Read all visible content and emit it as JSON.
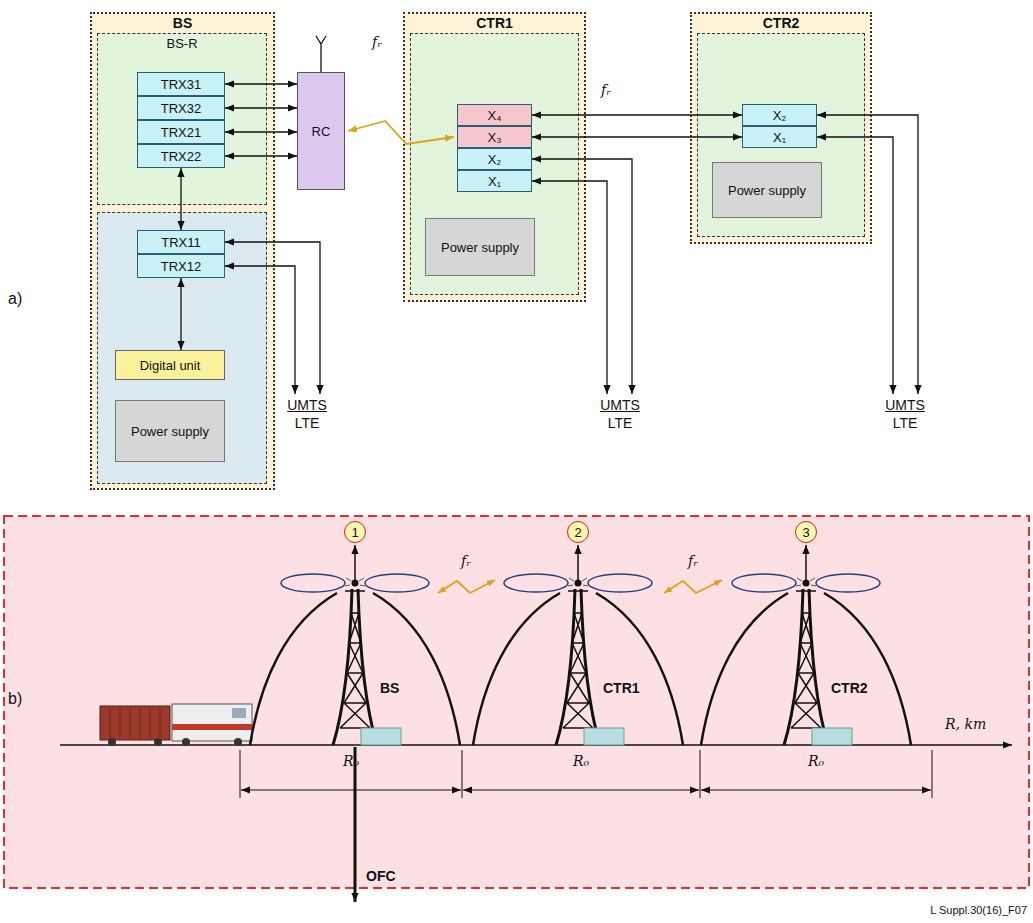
{
  "diagram": {
    "nodes": [
      {
        "text": [
          "BS"
        ]
      },
      {
        "text": [
          "BS-R"
        ],
        "in": 0
      },
      {
        "text": [
          "TRX31"
        ],
        "in": 1
      },
      {
        "text": [
          "TRX32"
        ],
        "in": 1
      },
      {
        "text": [
          "TRX21"
        ],
        "in": 1
      },
      {
        "text": [
          "TRX22"
        ],
        "in": 1
      },
      {
        "text": [
          "TRX11"
        ],
        "in": 0
      },
      {
        "text": [
          "TRX12"
        ],
        "in": 0
      },
      {
        "text": [
          "Digital unit"
        ],
        "in": 0
      },
      {
        "text": [
          "Power supply"
        ],
        "in": 0
      },
      {
        "text": [
          "RC"
        ]
      },
      {
        "text": [
          "CTR1"
        ]
      },
      {
        "text": [
          "X₄"
        ],
        "in": 11
      },
      {
        "text": [
          "X₃"
        ],
        "in": 11
      },
      {
        "text": [
          "X₂"
        ],
        "in": 11
      },
      {
        "text": [
          "X₁"
        ],
        "in": 11
      },
      {
        "text": [
          "Power supply"
        ],
        "in": 11
      },
      {
        "text": [
          "CTR2"
        ]
      },
      {
        "text": [
          "X₂"
        ],
        "in": 17
      },
      {
        "text": [
          "X₁"
        ],
        "in": 17
      },
      {
        "text": [
          "Power supply"
        ],
        "in": 17
      },
      {
        "text": [
          "1"
        ]
      },
      {
        "text": [
          "2"
        ]
      },
      {
        "text": [
          "3"
        ]
      }
    ],
    "edges": [
      {
        "from": 2,
        "to": 10,
        "arrow": "both"
      },
      {
        "from": 3,
        "to": 10,
        "arrow": "both"
      },
      {
        "from": 4,
        "to": 10,
        "arrow": "both"
      },
      {
        "from": 5,
        "to": 10,
        "arrow": "both"
      },
      {
        "from": 5,
        "to": 6,
        "arrow": "both"
      },
      {
        "from": 7,
        "to": 8,
        "arrow": "both"
      },
      {
        "from": 10,
        "to": 13,
        "arrow": "both"
      },
      {
        "from": 12,
        "to": 18,
        "arrow": "both"
      },
      {
        "from": 13,
        "to": 19,
        "arrow": "both"
      }
    ],
    "labels": [
      "a)",
      "fᵣ",
      "fᵣ",
      "UMTS",
      "LTE",
      "UMTS",
      "LTE",
      "UMTS",
      "LTE",
      "b)",
      "fᵣ",
      "fᵣ",
      "BS",
      "CTR1",
      "CTR2",
      "R, km",
      "R₀",
      "R₀",
      "R₀",
      "OFC",
      "L Suppl.30(16)_F07"
    ]
  }
}
